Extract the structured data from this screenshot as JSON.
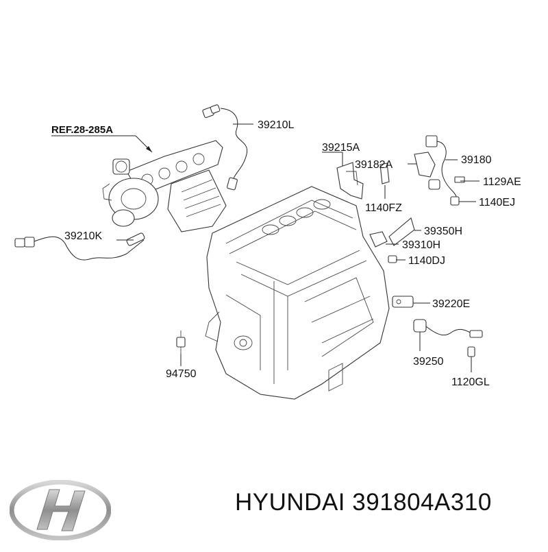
{
  "diagram": {
    "reference": "REF.28-285A",
    "labels": {
      "p39210L": "39210L",
      "p39210K": "39210K",
      "p39215A": "39215A",
      "p39182A": "39182A",
      "p39180": "39180",
      "p1129AE": "1129AE",
      "p1140EJ": "1140EJ",
      "p1140FZ": "1140FZ",
      "p39350H": "39350H",
      "p39310H": "39310H",
      "p1140DJ": "1140DJ",
      "p39220E": "39220E",
      "p39250": "39250",
      "p1120GL": "1120GL",
      "p94750": "94750"
    }
  },
  "footer": {
    "brand": "HYUNDAI",
    "part_number": "391804A310"
  },
  "colors": {
    "line": "#222222",
    "logo": "#9a9a9a"
  },
  "icons": [
    "hyundai-logo-icon"
  ]
}
